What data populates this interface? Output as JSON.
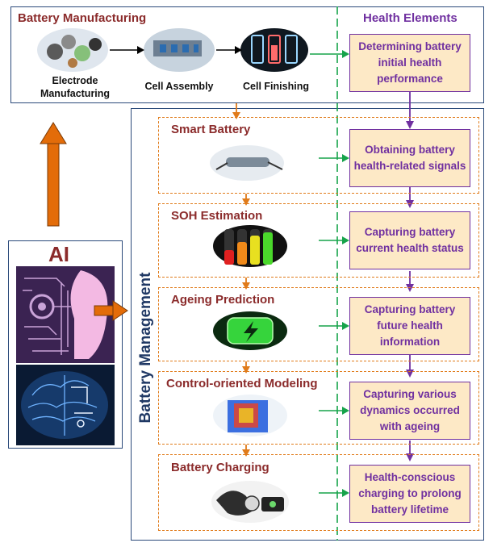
{
  "manufacturing": {
    "title": "Battery Manufacturing",
    "steps": [
      {
        "label": "Electrode\nManufacturing"
      },
      {
        "label": "Cell Assembly"
      },
      {
        "label": "Cell Finishing"
      }
    ]
  },
  "health": {
    "title": "Health Elements",
    "items": [
      "Determining battery initial health performance",
      "Obtaining battery health-related signals",
      "Capturing battery current health status",
      "Capturing battery future health information",
      "Capturing various dynamics occurred with ageing",
      "Health-conscious charging to prolong battery lifetime"
    ]
  },
  "management": {
    "title": "Battery Management",
    "stages": [
      "Smart Battery",
      "SOH Estimation",
      "Ageing Prediction",
      "Control-oriented Modeling",
      "Battery Charging"
    ]
  },
  "ai": {
    "label": "AI"
  },
  "colors": {
    "orange": "#e07b1a",
    "purple": "#7030a0",
    "green": "#16a34a",
    "navy": "#2b4a7a",
    "red": "#8b2b2b",
    "ai_arrow": "#e36c09"
  }
}
